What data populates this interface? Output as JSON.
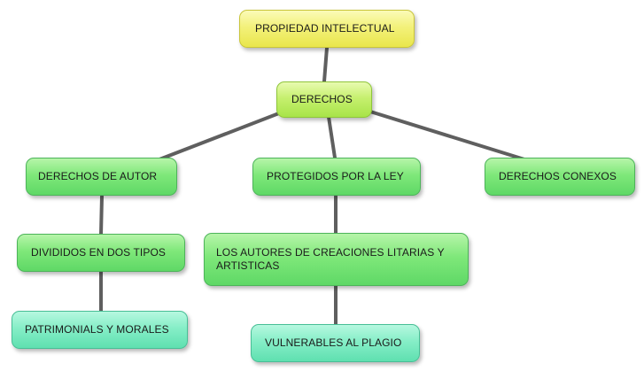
{
  "diagram": {
    "nodes": {
      "root": "PROPIEDAD INTELECTUAL",
      "derechos": "DERECHOS",
      "autor": "DERECHOS DE AUTOR",
      "protegidos": "PROTEGIDOS POR LA LEY",
      "conexos": "DERECHOS CONEXOS",
      "divididos": "DIVIDIDOS EN DOS TIPOS",
      "autores": "LOS AUTORES DE CREACIONES LITARIAS Y ARTISTICAS",
      "patrimoniales": "PATRIMONIALS Y MORALES",
      "vulnerables": "VULNERABLES AL PLAGIO"
    },
    "colors": {
      "connector": "#5f5f5f",
      "yellow": "#f3f17a",
      "lime": "#c6f06f",
      "green": "#7fe87a",
      "teal": "#86eec7"
    }
  }
}
